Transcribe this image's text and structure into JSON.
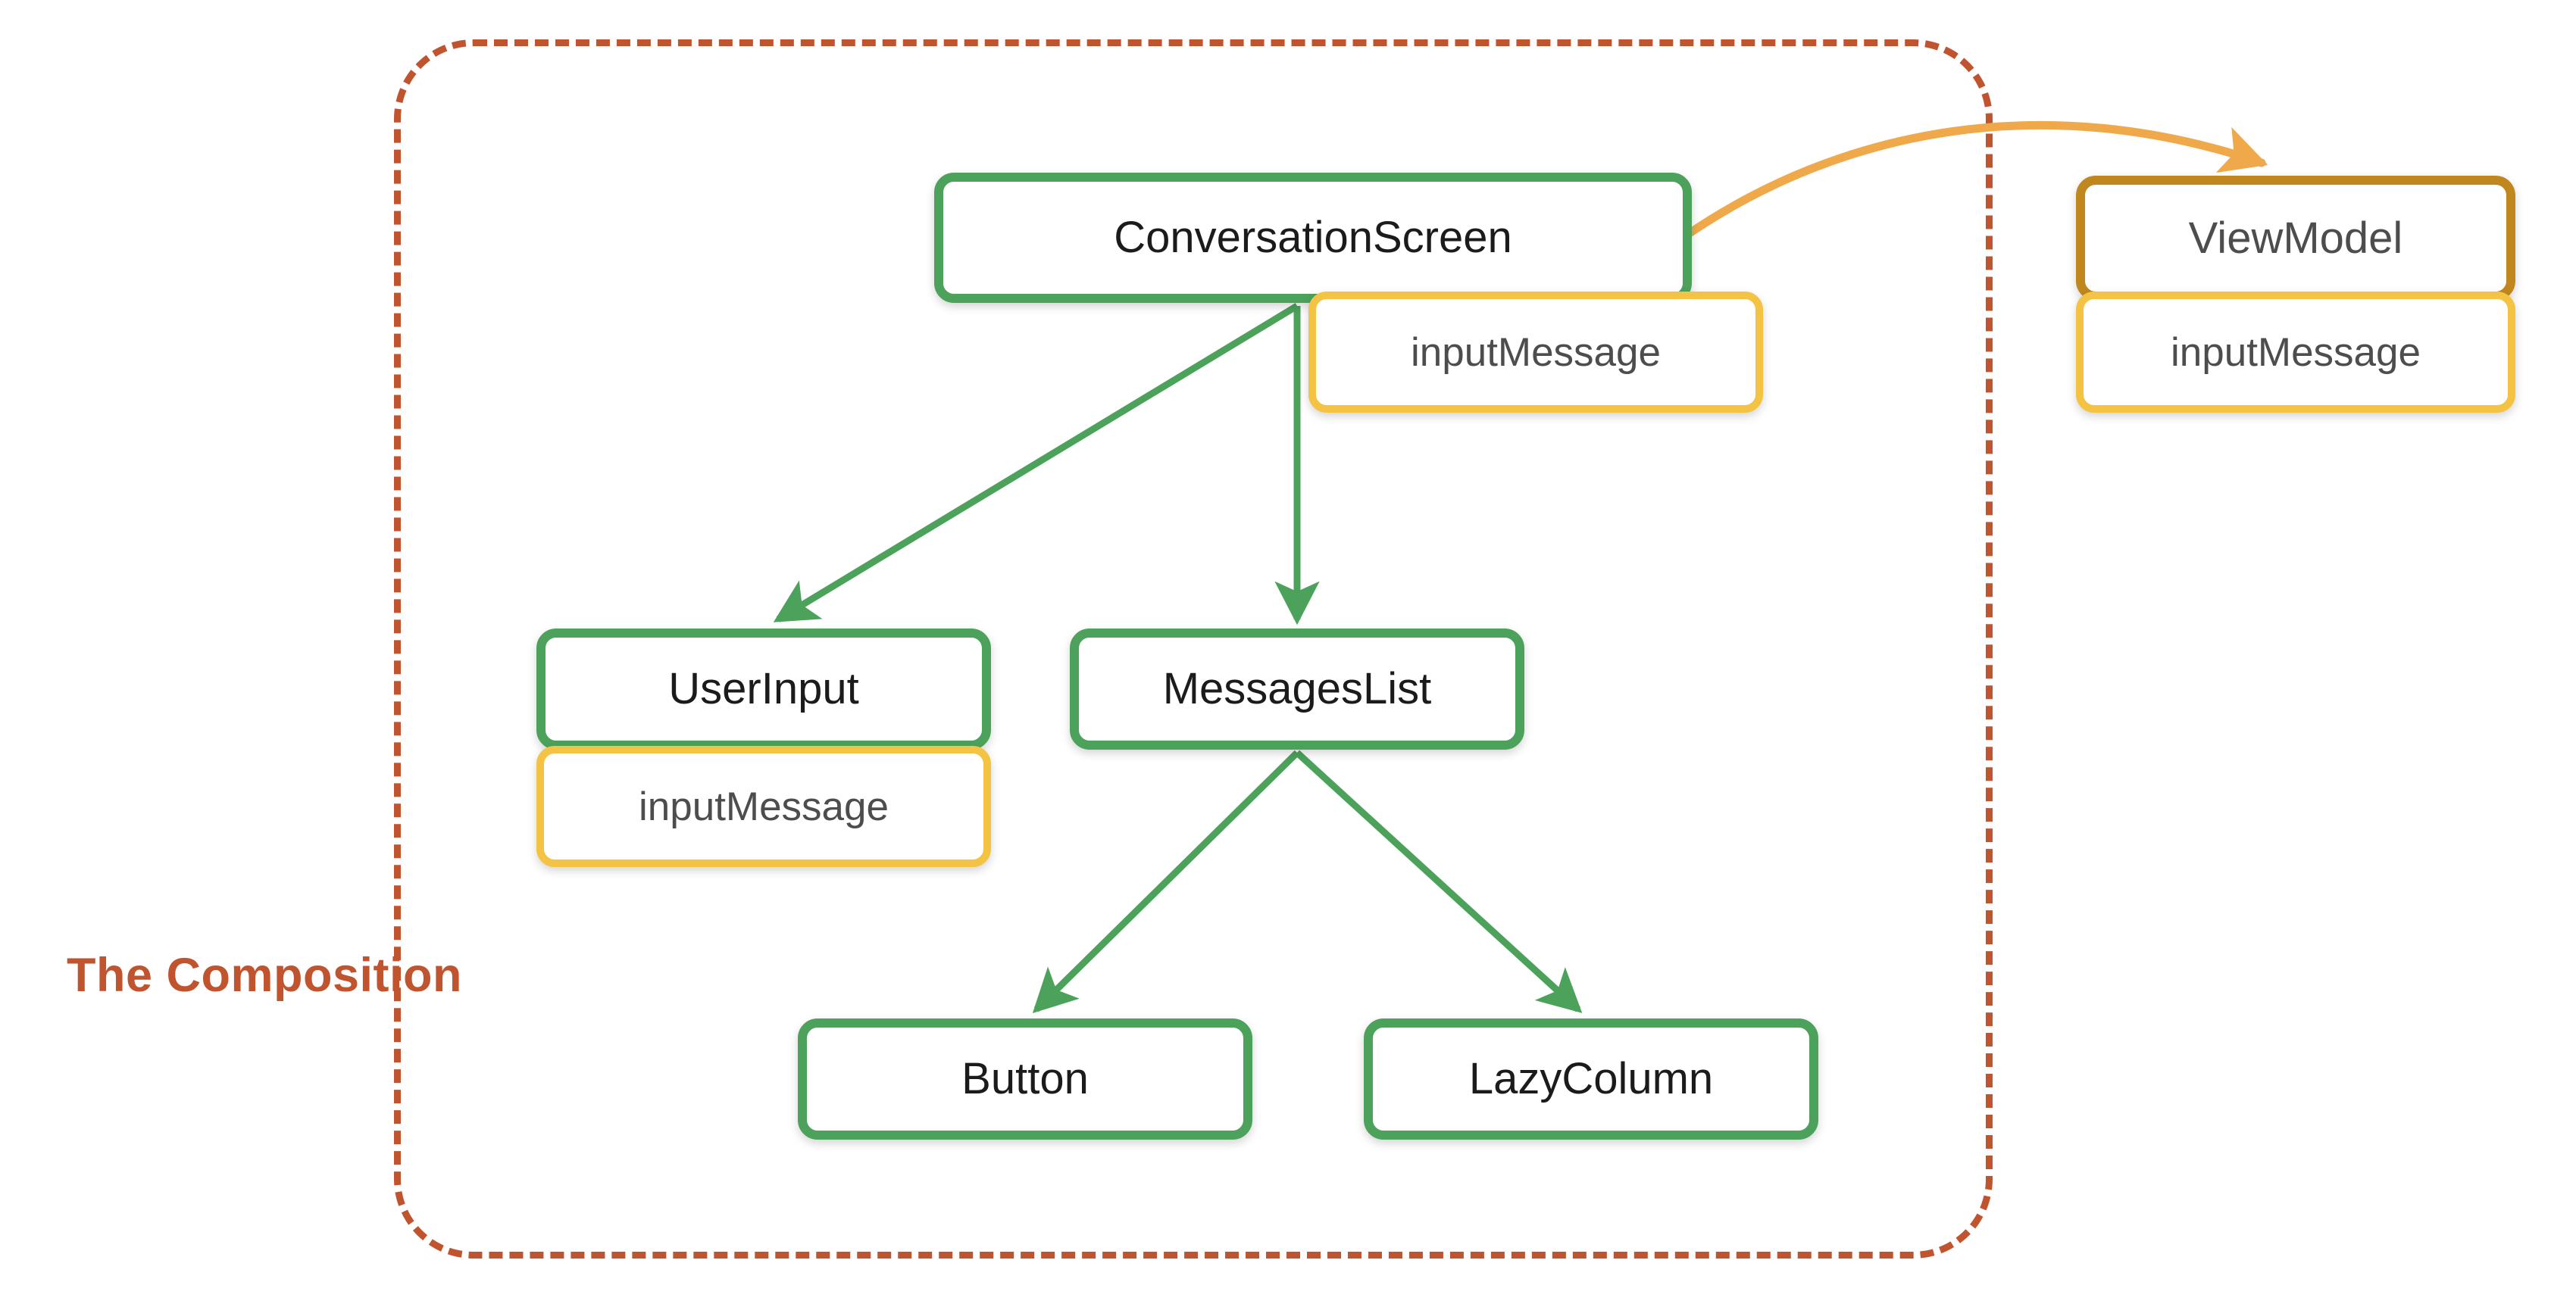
{
  "diagram": {
    "title": "The Composition",
    "boundary_label": "The Composition",
    "colors": {
      "composable_border": "#4CA25A",
      "state_border": "#F5C344",
      "viewmodel_border": "#C0871E",
      "boundary": "#C0542E",
      "arrow_green": "#4CA25A",
      "arrow_orange": "#F0A94A",
      "node_text": "#1b1b1b",
      "state_text": "#4d4d4d",
      "background": "#ffffff"
    },
    "nodes": {
      "conversation_screen": {
        "label": "ConversationScreen",
        "kind": "composable"
      },
      "conversation_state": {
        "label": "inputMessage",
        "kind": "state"
      },
      "viewmodel": {
        "label": "ViewModel",
        "kind": "viewmodel"
      },
      "viewmodel_state": {
        "label": "inputMessage",
        "kind": "state"
      },
      "user_input": {
        "label": "UserInput",
        "kind": "composable"
      },
      "user_input_state": {
        "label": "inputMessage",
        "kind": "state"
      },
      "messages_list": {
        "label": "MessagesList",
        "kind": "composable"
      },
      "button": {
        "label": "Button",
        "kind": "composable"
      },
      "lazy_column": {
        "label": "LazyColumn",
        "kind": "composable"
      }
    },
    "edges": [
      {
        "from": "conversation_screen",
        "to": "user_input",
        "color": "green",
        "style": "solid"
      },
      {
        "from": "conversation_screen",
        "to": "messages_list",
        "color": "green",
        "style": "solid"
      },
      {
        "from": "messages_list",
        "to": "button",
        "color": "green",
        "style": "solid"
      },
      {
        "from": "messages_list",
        "to": "lazy_column",
        "color": "green",
        "style": "solid"
      },
      {
        "from": "conversation_screen",
        "to": "viewmodel",
        "color": "orange",
        "style": "curved"
      }
    ]
  }
}
